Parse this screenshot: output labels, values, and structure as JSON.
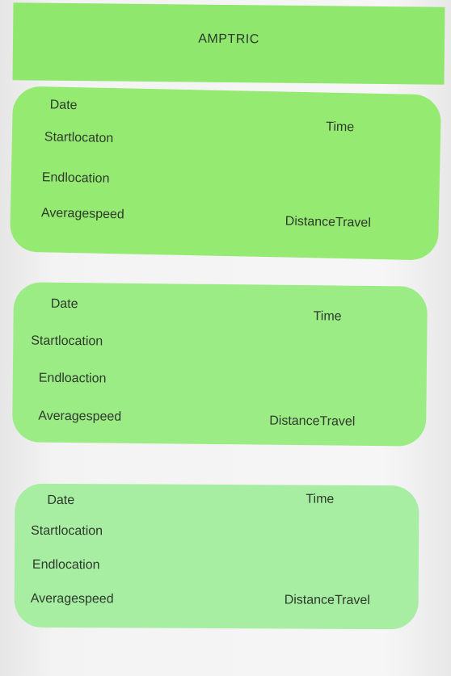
{
  "app": {
    "title": "AMPTRIC"
  },
  "trips": [
    {
      "date_label": "Date",
      "time_label": "Time",
      "start_label": "Startlocaton",
      "end_label": "Endlocation",
      "speed_label": "Averagespeed",
      "distance_label": "DistanceTravel"
    },
    {
      "date_label": "Date",
      "time_label": "Time",
      "start_label": "Startlocation",
      "end_label": "Endloaction",
      "speed_label": "Averagespeed",
      "distance_label": "DistanceTravel"
    },
    {
      "date_label": "Date",
      "time_label": "Time",
      "start_label": "Startlocation",
      "end_label": "Endlocation",
      "speed_label": "Averagespeed",
      "distance_label": "DistanceTravel"
    }
  ],
  "colors": {
    "header_green": "#8fe86d",
    "card_green_1": "#95ea72",
    "card_green_2": "#9cec86",
    "card_green_3": "#a7eea3",
    "background": "#f4f4f4"
  }
}
